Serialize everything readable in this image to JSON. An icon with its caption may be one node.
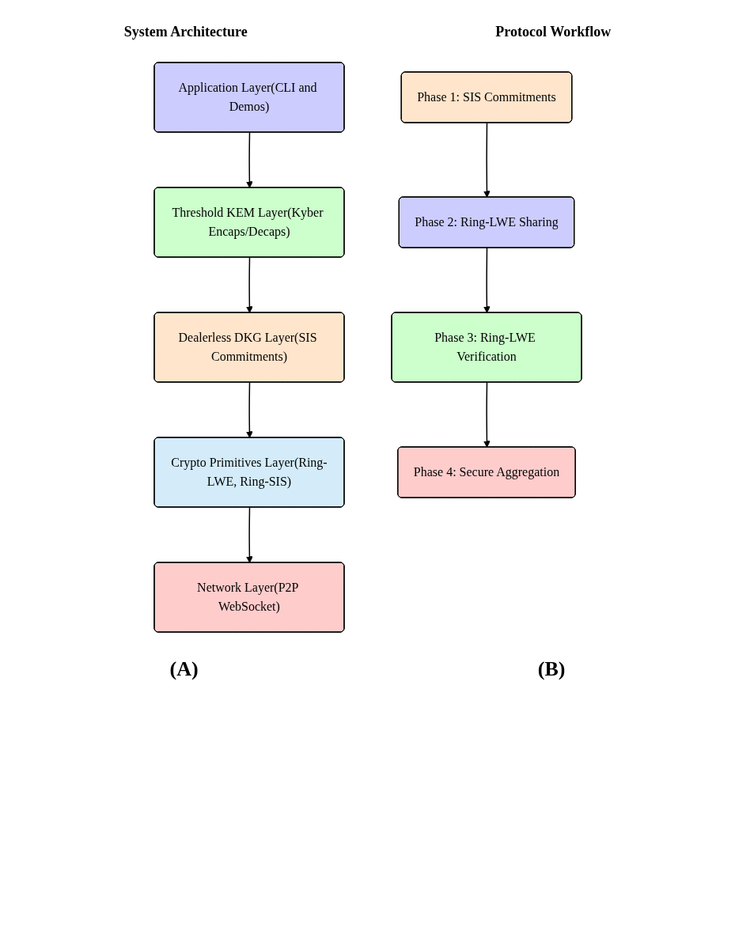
{
  "diagram": {
    "nodes": [
      {
        "text": [
          "Application Layer(CLI and Demos)"
        ]
      },
      {
        "text": [
          "Threshold KEM Layer(Kyber Encaps/Decaps)"
        ]
      },
      {
        "text": [
          "Dealerless DKG Layer(SIS Commitments)"
        ]
      },
      {
        "text": [
          "Crypto Primitives Layer(Ring-LWE, Ring-SIS)"
        ]
      },
      {
        "text": [
          "Network Layer(P2P WebSocket)"
        ]
      },
      {
        "text": [
          "Phase 1: SIS Commitments"
        ]
      },
      {
        "text": [
          "Phase 2: Ring-LWE Sharing"
        ]
      },
      {
        "text": [
          "Phase 3: Ring-LWE Verification"
        ]
      },
      {
        "text": [
          "Phase 4: Secure Aggregation"
        ]
      }
    ],
    "edges": [
      {
        "from": 0,
        "to": 1,
        "arrow": "to"
      },
      {
        "from": 1,
        "to": 2,
        "arrow": "to"
      },
      {
        "from": 2,
        "to": 3,
        "arrow": "to"
      },
      {
        "from": 3,
        "to": 4,
        "arrow": "to"
      },
      {
        "from": 5,
        "to": 6,
        "arrow": "to"
      },
      {
        "from": 6,
        "to": 7,
        "arrow": "to"
      },
      {
        "from": 7,
        "to": 8,
        "arrow": "to"
      }
    ],
    "labels": [
      "System Architecture",
      "Protocol Workflow",
      "(A)",
      "(B)"
    ]
  }
}
